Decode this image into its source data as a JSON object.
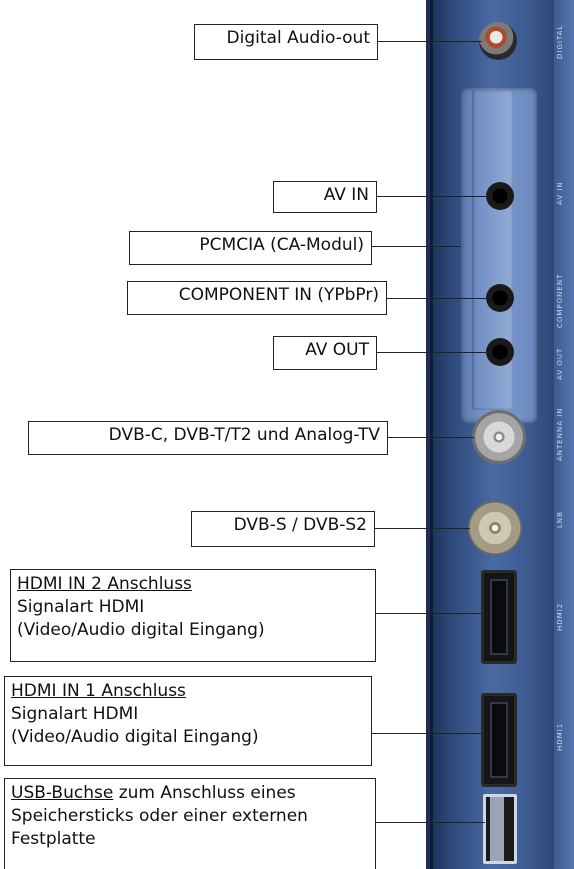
{
  "edge_labels": [
    "DIGITAL",
    "AV IN",
    "COMPONENT",
    "AV OUT",
    "ANTENNA IN",
    "LNB",
    "HDMI2",
    "HDMI1"
  ],
  "callouts": {
    "digital_audio": "Digital Audio-out",
    "av_in": "AV IN",
    "pcmcia": "PCMCIA (CA-Modul)",
    "component_in": "COMPONENT IN (YPbPr)",
    "av_out": "AV OUT",
    "antenna": "DVB-C, DVB-T/T2 und Analog-TV",
    "satellite": "DVB-S / DVB-S2",
    "hdmi2": {
      "title": "HDMI IN 2 Anschluss",
      "line1": "Signalart HDMI",
      "line2": "(Video/Audio digital Eingang)"
    },
    "hdmi1": {
      "title": "HDMI IN 1 Anschluss",
      "line1": "Signalart HDMI",
      "line2": "(Video/Audio digital Eingang)"
    },
    "usb": {
      "title": "USB-Buchse",
      "line1_rest": " zum Anschluss eines",
      "line2": "Speichersticks oder einer externen",
      "line3": "Festplatte"
    }
  }
}
